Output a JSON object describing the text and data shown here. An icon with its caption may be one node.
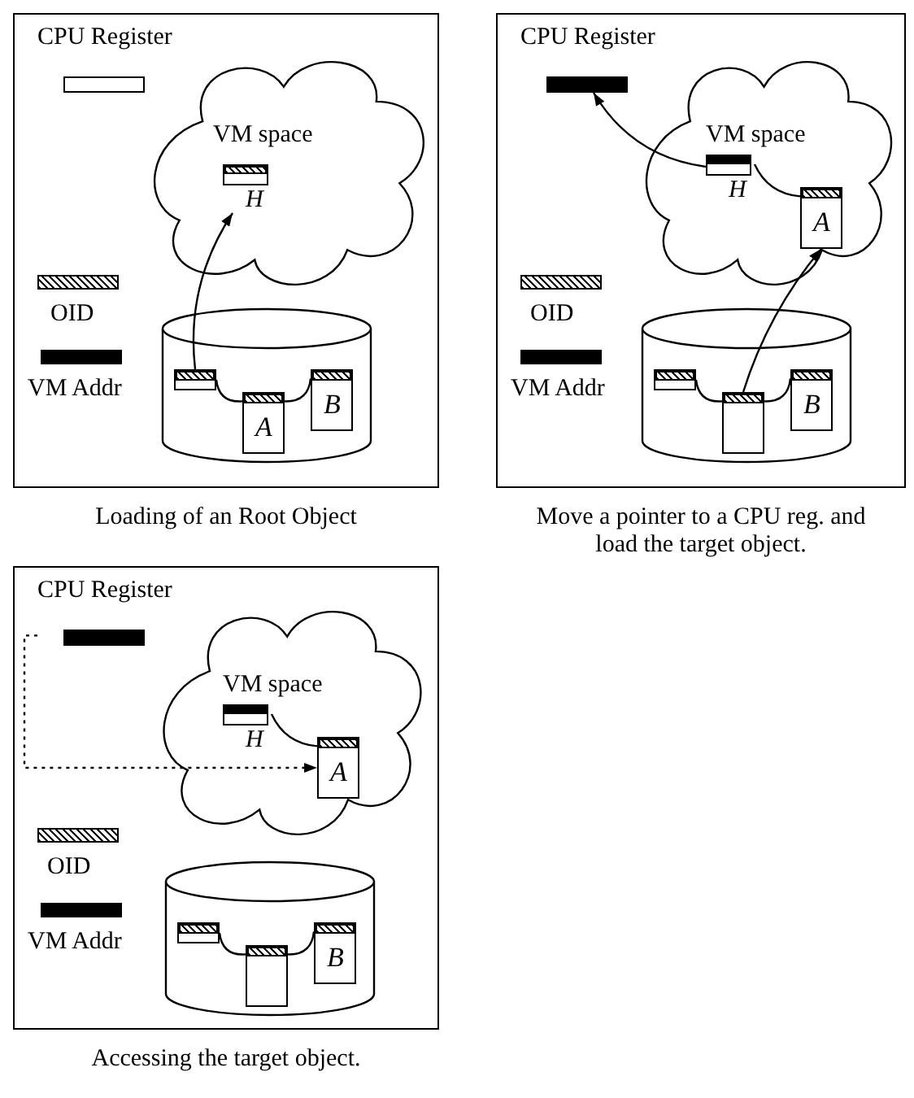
{
  "diagram": {
    "nodes": [
      {
        "text": [],
        "shape": "box",
        "beside": [
          "Loading of an Root Object"
        ]
      },
      {
        "text": [
          "CPU Register"
        ],
        "in": 0
      },
      {
        "text": [
          "VM space"
        ],
        "in": 0
      },
      {
        "text": [
          "H"
        ],
        "in": 2
      },
      {
        "text": [],
        "shape": "cylinder",
        "in": 0
      },
      {
        "text": [],
        "shape": "box",
        "in": 4
      },
      {
        "text": [
          "A"
        ],
        "in": 4
      },
      {
        "text": [
          "B"
        ],
        "in": 4
      },
      {
        "text": [],
        "shape": "box",
        "beside": [
          "Move a pointer to a CPU reg. and load the target object."
        ]
      },
      {
        "text": [
          "CPU Register"
        ],
        "in": 8
      },
      {
        "text": [
          "VM space"
        ],
        "in": 8
      },
      {
        "text": [
          "H"
        ],
        "in": 10
      },
      {
        "text": [
          "A"
        ],
        "in": 10
      },
      {
        "text": [],
        "shape": "cylinder",
        "in": 8
      },
      {
        "text": [],
        "shape": "box",
        "in": 13
      },
      {
        "text": [],
        "shape": "box",
        "in": 13
      },
      {
        "text": [
          "B"
        ],
        "in": 13
      },
      {
        "text": [],
        "shape": "box",
        "beside": [
          "Accessing the target object."
        ]
      },
      {
        "text": [
          "CPU Register"
        ],
        "in": 17
      },
      {
        "text": [
          "VM space"
        ],
        "in": 17
      },
      {
        "text": [
          "H"
        ],
        "in": 19
      },
      {
        "text": [
          "A"
        ],
        "in": 19
      },
      {
        "text": [],
        "shape": "cylinder",
        "in": 17
      },
      {
        "text": [],
        "shape": "box",
        "in": 22
      },
      {
        "text": [],
        "shape": "box",
        "in": 22
      },
      {
        "text": [
          "B"
        ],
        "in": 22
      }
    ],
    "edges": [
      {
        "from": 5,
        "to": 3,
        "arrow": "to"
      },
      {
        "from": 5,
        "to": 6,
        "arrow": "none"
      },
      {
        "from": 6,
        "to": 7,
        "arrow": "none"
      },
      {
        "from": 11,
        "to": 9,
        "arrow": "to"
      },
      {
        "from": 11,
        "to": 12,
        "arrow": "none"
      },
      {
        "from": 15,
        "to": 12,
        "arrow": "to"
      },
      {
        "from": 14,
        "to": 15,
        "arrow": "none"
      },
      {
        "from": 15,
        "to": 16,
        "arrow": "none"
      },
      {
        "from": 18,
        "to": 21,
        "arrow": "to",
        "style": "dashed"
      },
      {
        "from": 20,
        "to": 21,
        "arrow": "none"
      },
      {
        "from": 23,
        "to": 24,
        "arrow": "none"
      },
      {
        "from": 24,
        "to": 25,
        "arrow": "none"
      }
    ],
    "legend": [
      {
        "text": "OID"
      },
      {
        "text": "VM Addr",
        "color": "#000000"
      },
      {
        "text": "OID"
      },
      {
        "text": "VM Addr",
        "color": "#000000"
      },
      {
        "text": "OID"
      },
      {
        "text": "VM Addr",
        "color": "#000000"
      }
    ]
  }
}
